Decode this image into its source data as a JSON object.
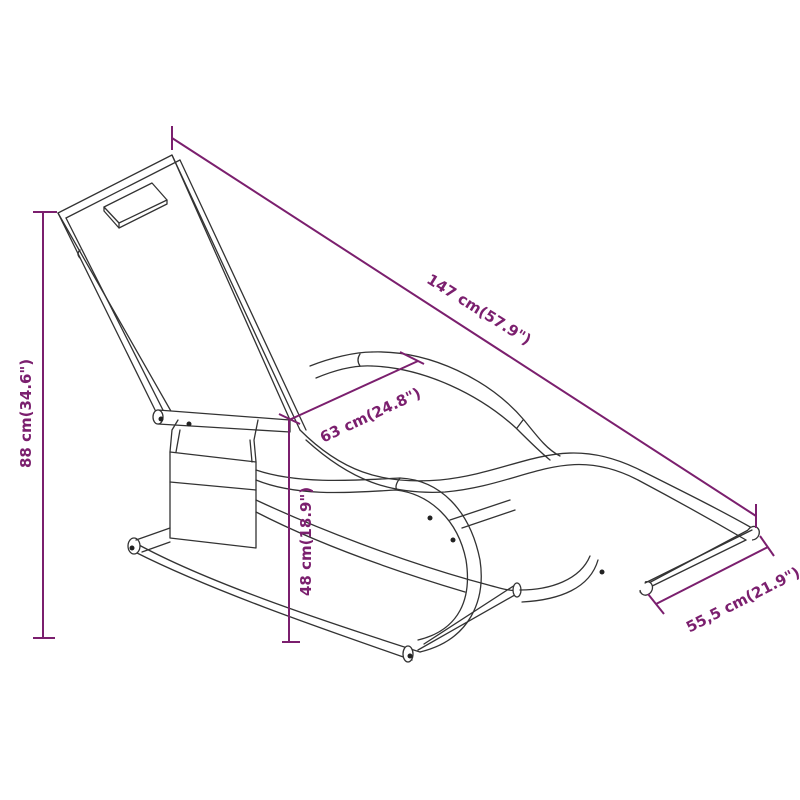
{
  "diagram": {
    "subject": "Rocking sun lounger with headrest pillow and side pocket",
    "dimension_color": "#7b1f6e",
    "line_color": "#333333",
    "dimensions": {
      "height": {
        "label": "88 cm(34.6\")",
        "value_cm": 88,
        "value_in": 34.6
      },
      "length": {
        "label": "147 cm(57.9\")",
        "value_cm": 147,
        "value_in": 57.9
      },
      "seat_depth": {
        "label": "63 cm(24.8\")",
        "value_cm": 63,
        "value_in": 24.8
      },
      "seat_height": {
        "label": "48 cm(18.9\")",
        "value_cm": 48,
        "value_in": 18.9
      },
      "width": {
        "label": "55,5 cm(21.9\")",
        "value_cm": 55.5,
        "value_in": 21.9
      }
    },
    "parts": [
      "headrest-pillow",
      "backrest-sling",
      "armrest-bar",
      "side-pocket",
      "rocker-frame",
      "footrest-bar"
    ]
  }
}
